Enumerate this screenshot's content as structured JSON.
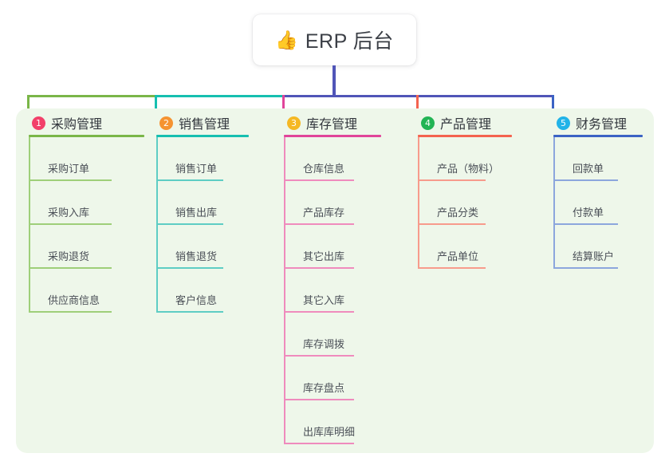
{
  "root": {
    "icon": "thumbs-up-emoji",
    "emoji": "👍",
    "title": "ERP 后台"
  },
  "colors": {
    "panel_bg": "#eef7ea",
    "page_bg": "#ffffff",
    "root_line": "#5055b8",
    "text": "#3b3f46"
  },
  "columns": [
    {
      "index": "1",
      "title": "采购管理",
      "badge_color": "#f2406a",
      "line_color": "#7ab648",
      "leaf_line_color": "#9ecf79",
      "items": [
        "采购订单",
        "采购入库",
        "采购退货",
        "供应商信息"
      ]
    },
    {
      "index": "2",
      "title": "销售管理",
      "badge_color": "#f59331",
      "line_color": "#16bfb0",
      "leaf_line_color": "#5ecdc4",
      "items": [
        "销售订单",
        "销售出库",
        "销售退货",
        "客户信息"
      ]
    },
    {
      "index": "3",
      "title": "库存管理",
      "badge_color": "#f5b824",
      "line_color": "#e0459a",
      "leaf_line_color": "#ef8bbd",
      "items": [
        "仓库信息",
        "产品库存",
        "其它出库",
        "其它入库",
        "库存调拨",
        "库存盘点",
        "出库库明细"
      ]
    },
    {
      "index": "4",
      "title": "产品管理",
      "badge_color": "#23b455",
      "line_color": "#f4634f",
      "leaf_line_color": "#f79b8c",
      "items": [
        "产品（物料）",
        "产品分类",
        "产品单位"
      ]
    },
    {
      "index": "5",
      "title": "财务管理",
      "badge_color": "#21b3e8",
      "line_color": "#3b63c4",
      "leaf_line_color": "#8ca6dd",
      "items": [
        "回款单",
        "付款单",
        "结算账户"
      ]
    }
  ]
}
